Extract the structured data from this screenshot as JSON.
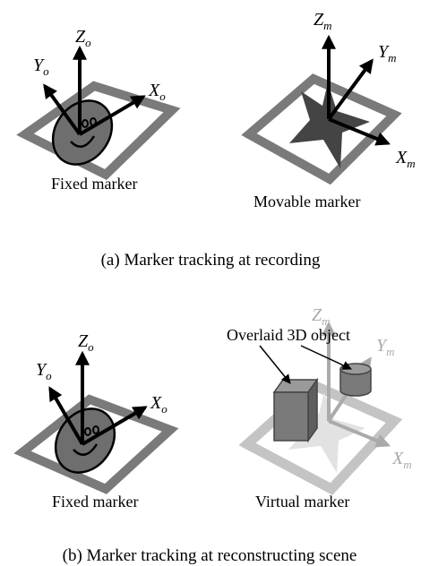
{
  "panel_a": {
    "fixed_label": "Fixed marker",
    "movable_label": "Movable marker",
    "caption": "(a) Marker tracking at recording",
    "fixed_axes": {
      "x": "X",
      "y": "Y",
      "z": "Z",
      "subscript": "o"
    },
    "movable_axes": {
      "x": "X",
      "y": "Y",
      "z": "Z",
      "subscript": "m"
    }
  },
  "panel_b": {
    "fixed_label": "Fixed marker",
    "virtual_label": "Virtual marker",
    "overlay_label": "Overlaid 3D object",
    "caption": "(b) Marker tracking at reconstructing scene",
    "fixed_axes": {
      "x": "X",
      "y": "Y",
      "z": "Z",
      "subscript": "o"
    },
    "virtual_axes": {
      "x": "X",
      "y": "Y",
      "z": "Z",
      "subscript": "m"
    }
  },
  "colors": {
    "axis": "#000000",
    "marker_frame": "#7a7a7a",
    "face": "#6e6e6e",
    "star": "#444444",
    "ghost": "#c4c4c4",
    "ghost_axis": "#aaaaaa",
    "box": "#7a7a7a"
  }
}
